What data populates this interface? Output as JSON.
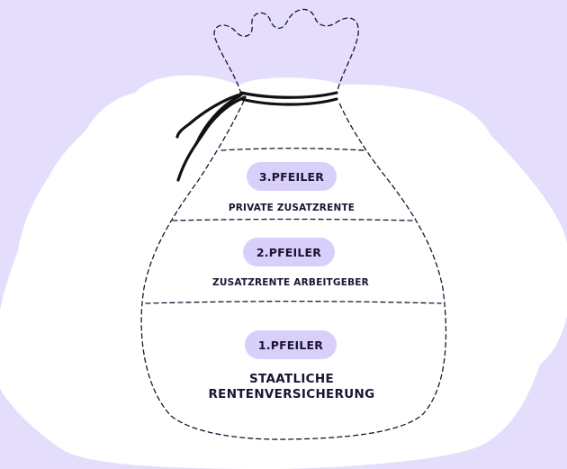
{
  "colors": {
    "background": "#e4ddfb",
    "cloud": "#ffffff",
    "pill": "#d9cffb",
    "ink": "#1b1533"
  },
  "pillars": [
    {
      "badge": "3.PFEILER",
      "lines": [
        "PRIVATE ZUSATZRENTE"
      ]
    },
    {
      "badge": "2.PFEILER",
      "lines": [
        "ZUSATZRENTE ARBEITGEBER"
      ]
    },
    {
      "badge": "1.PFEILER",
      "lines": [
        "STAATLICHE",
        "RENTENVERSICHERUNG"
      ]
    }
  ]
}
